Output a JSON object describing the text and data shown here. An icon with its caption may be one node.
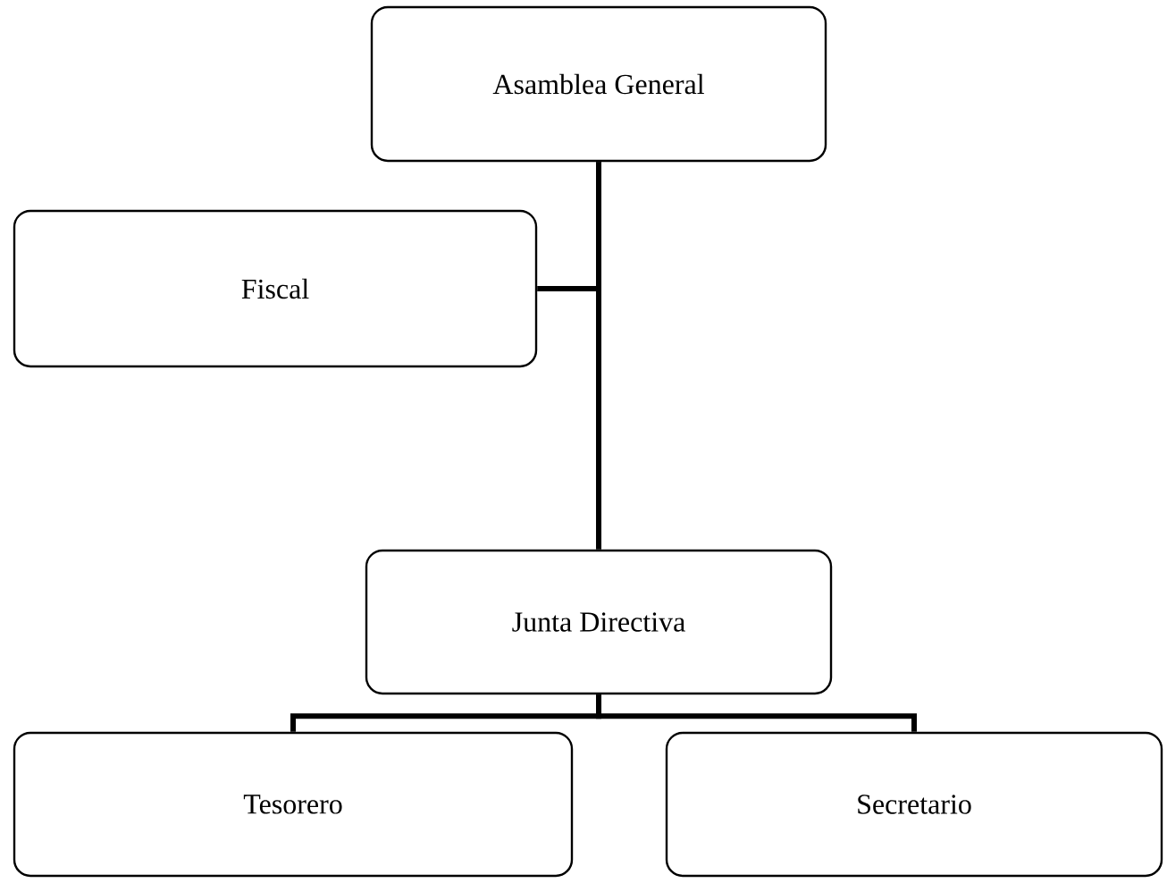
{
  "diagram": {
    "nodes": [
      {
        "text": [
          "Asamblea General"
        ]
      },
      {
        "text": [
          "Fiscal"
        ]
      },
      {
        "text": [
          "Junta Directiva"
        ]
      },
      {
        "text": [
          "Tesorero"
        ]
      },
      {
        "text": [
          "Secretario"
        ]
      }
    ],
    "edges": [
      {
        "from": 0,
        "to": 2,
        "arrow": "none"
      },
      {
        "from": 1,
        "to": 0,
        "arrow": "none"
      },
      {
        "from": 2,
        "to": 3,
        "arrow": "none"
      },
      {
        "from": 2,
        "to": 4,
        "arrow": "none"
      }
    ]
  }
}
